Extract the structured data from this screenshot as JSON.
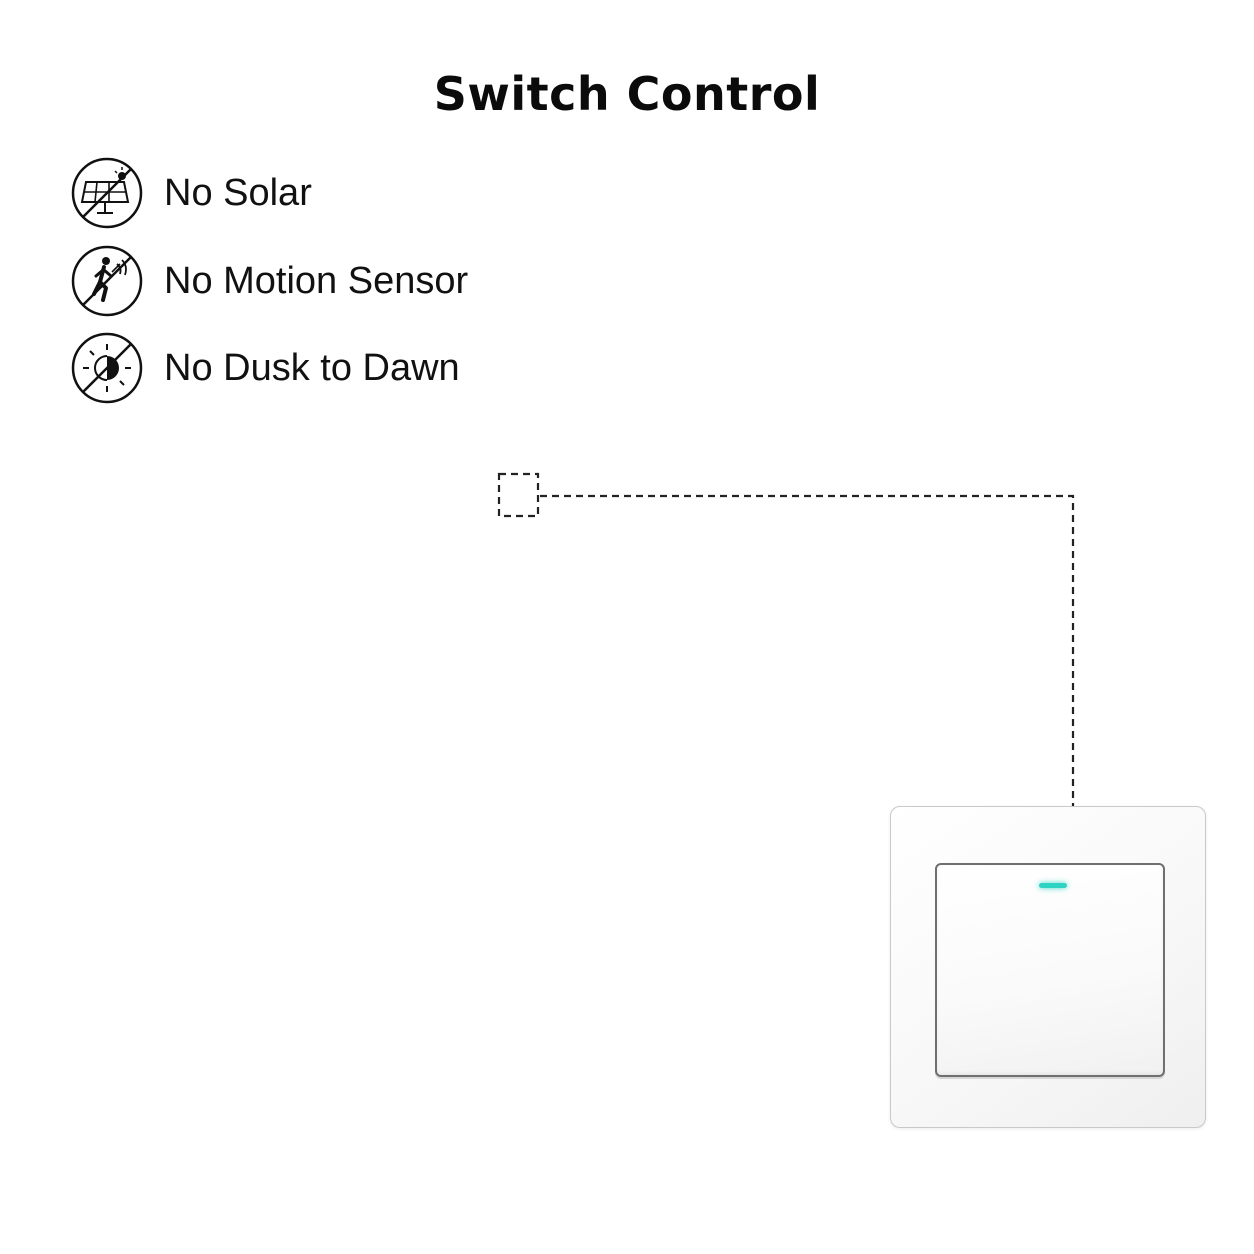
{
  "title": "Switch Control",
  "features": [
    {
      "label": "No Solar",
      "icon": "no-solar-icon"
    },
    {
      "label": "No Motion Sensor",
      "icon": "no-motion-sensor-icon"
    },
    {
      "label": "No Dusk to Dawn",
      "icon": "no-dusk-to-dawn-icon"
    }
  ],
  "colors": {
    "text": "#111111",
    "line": "#222222",
    "indicator": "#2fd3c4",
    "plate_border": "#c9c9c9",
    "rocker_border": "#6f6f6f"
  },
  "switch": {
    "indicator_state": "on"
  }
}
